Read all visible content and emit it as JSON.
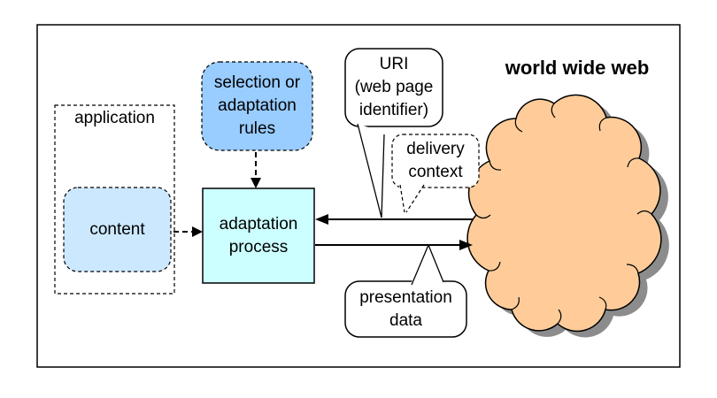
{
  "diagram": {
    "www_label": "world wide web",
    "boxes": {
      "application": {
        "label": "application"
      },
      "content": {
        "label": "content"
      },
      "rules": {
        "lines": [
          "selection or",
          "adaptation",
          "rules"
        ]
      },
      "process": {
        "lines": [
          "adaptation",
          "process"
        ]
      }
    },
    "callouts": {
      "uri": {
        "lines": [
          "URI",
          "(web page",
          "identifier)"
        ]
      },
      "delivery": {
        "lines": [
          "delivery",
          "context"
        ]
      },
      "presentation": {
        "lines": [
          "presentation",
          "data"
        ]
      }
    },
    "colors": {
      "rules_fill": "#99CCFF",
      "content_fill": "#CCE8FF",
      "process_fill": "#CCFFFF",
      "cloud_fill": "#FFCC99",
      "cloud_shadow": "#8C8C8C",
      "callout_fill": "#FFFFFF",
      "line": "#000000",
      "background": "#FFFFFF"
    }
  }
}
